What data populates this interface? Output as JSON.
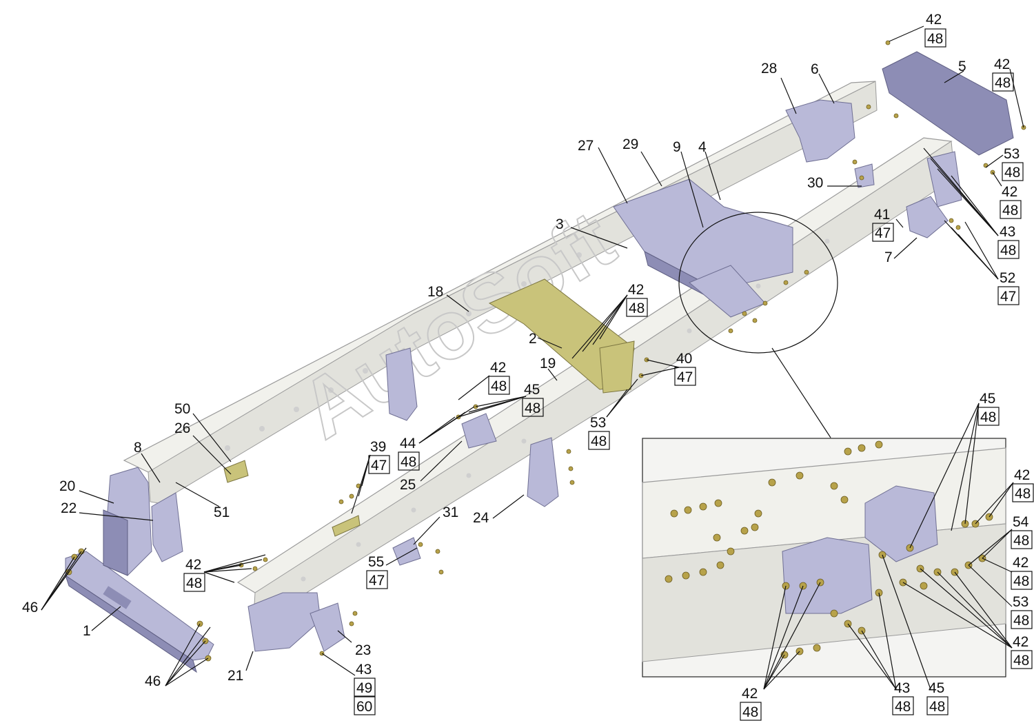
{
  "watermark": "AutoSoft",
  "colors": {
    "frame": "#f1f1ec",
    "bracket": "#b9b9d8",
    "crossmember": "#c9c37a",
    "fastener": "#b7a24a",
    "line": "#111111"
  },
  "callouts": {
    "c1": "1",
    "c2": "2",
    "c3": "3",
    "c4": "4",
    "c5": "5",
    "c6": "6",
    "c7": "7",
    "c8": "8",
    "c9": "9",
    "c18": "18",
    "c19": "19",
    "c20": "20",
    "c21": "21",
    "c22": "22",
    "c23": "23",
    "c24": "24",
    "c25": "25",
    "c26": "26",
    "c27": "27",
    "c28": "28",
    "c29": "29",
    "c30": "30",
    "c31": "31",
    "c50": "50",
    "c51": "51",
    "c46a": "46",
    "c46b": "46"
  },
  "stacks": {
    "s_top_bolt": [
      "42",
      "48"
    ],
    "s_top_right": [
      "42",
      "48"
    ],
    "s_53_right": [
      "53",
      "48"
    ],
    "s_42_right": [
      "42",
      "48"
    ],
    "s_41": [
      "41",
      "47"
    ],
    "s_43_right": [
      "43",
      "48"
    ],
    "s_52": [
      "52",
      "47"
    ],
    "s_42_cross": [
      "42",
      "48"
    ],
    "s_40": [
      "40",
      "47"
    ],
    "s_42_mid": [
      "42",
      "48"
    ],
    "s_45_mid": [
      "45",
      "48"
    ],
    "s_53_mid": [
      "53",
      "48"
    ],
    "s_44": [
      "44",
      "48"
    ],
    "s_39": [
      "39",
      "47"
    ],
    "s_42_left": [
      "42",
      "48"
    ],
    "s_55": [
      "55",
      "47"
    ],
    "s_43_front": [
      "43",
      "49",
      "60"
    ],
    "s_45_inset": [
      "45",
      "48"
    ],
    "s_42_inset_r1": [
      "42",
      "48"
    ],
    "s_54_inset": [
      "54",
      "48"
    ],
    "s_42_inset_r2": [
      "42",
      "48"
    ],
    "s_53_inset": [
      "53",
      "48"
    ],
    "s_42_inset_r3": [
      "42",
      "48"
    ],
    "s_42_inset_b": [
      "42",
      "48"
    ],
    "s_43_inset_b": [
      "43",
      "48"
    ],
    "s_45_inset_b": [
      "45",
      "48"
    ]
  }
}
